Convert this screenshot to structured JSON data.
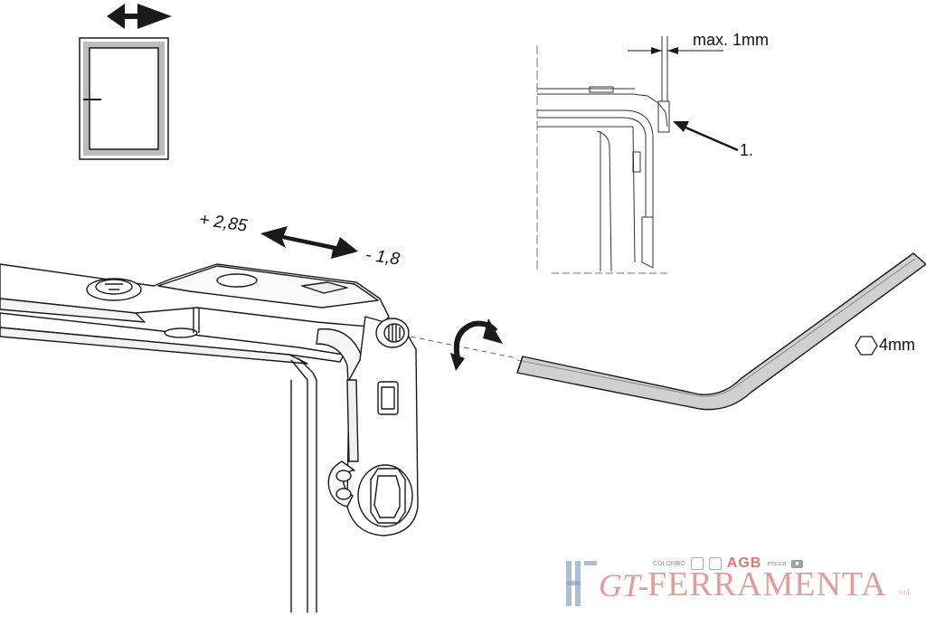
{
  "labels": {
    "max_gap": "max. 1mm",
    "callout_number": "1.",
    "adjust_plus": "+ 2,85",
    "adjust_minus": "- 1,8",
    "hex_key_size": "4mm"
  },
  "logo": {
    "gt": "GT-",
    "name": "FERRAMENTA",
    "suffix": "s.r.l.",
    "brands": [
      "COLOMBO",
      "AGB",
      "emuca"
    ]
  },
  "colors": {
    "line": "#1a1a1a",
    "frame_fill": "#c8c8c8",
    "key_fill": "#cfcfcf",
    "logo_red": "#d14a4a"
  }
}
